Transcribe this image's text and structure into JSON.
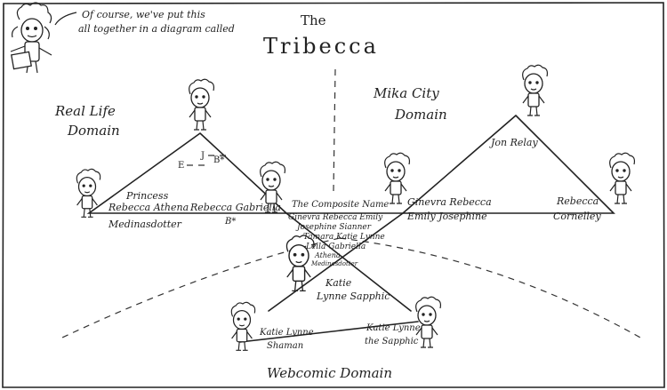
{
  "header": {
    "caption": "Of course, we've put this all together in a diagram called",
    "caption_line1": "Of course, we've put this",
    "caption_line2": "all together in a diagram called",
    "title_the": "The",
    "title_main": "Tribecca"
  },
  "domains": {
    "real_life_1": "Real Life",
    "real_life_2": "Domain",
    "mika_1": "Mika City",
    "mika_2": "Domain",
    "webcomic": "Webcomic Domain"
  },
  "real_life": {
    "apex_j": "J",
    "apex_e": "E",
    "apex_bstar": "B*",
    "left_name1": "Princess",
    "left_name2": "Rebecca Athena",
    "left_name3": "Medinasdotter",
    "right_name1": "Rebecca Gabriella",
    "right_name2": "B*"
  },
  "mika": {
    "apex_name": "Jon Relay",
    "left_name1": "Ginevra Rebecca",
    "left_name2": "Emily  Josephine",
    "right_name1": "Rebecca",
    "right_name2": "Cornelley"
  },
  "composite": {
    "title": "The Composite Name",
    "lines": [
      "Ginevra Rebecca Emily",
      "Josephine Sianner",
      "Tamara Katie Lynne",
      "Leila Gabriella",
      "Athena",
      "Medinasdotter"
    ]
  },
  "webcomic": {
    "apex_name1": "Katie",
    "apex_name2": "Lynne Sapphic",
    "left_name1": "Katie Lynne",
    "left_name2": "Shaman",
    "right_name1": "Katie Lynne",
    "right_name2": "the Sapphic"
  }
}
